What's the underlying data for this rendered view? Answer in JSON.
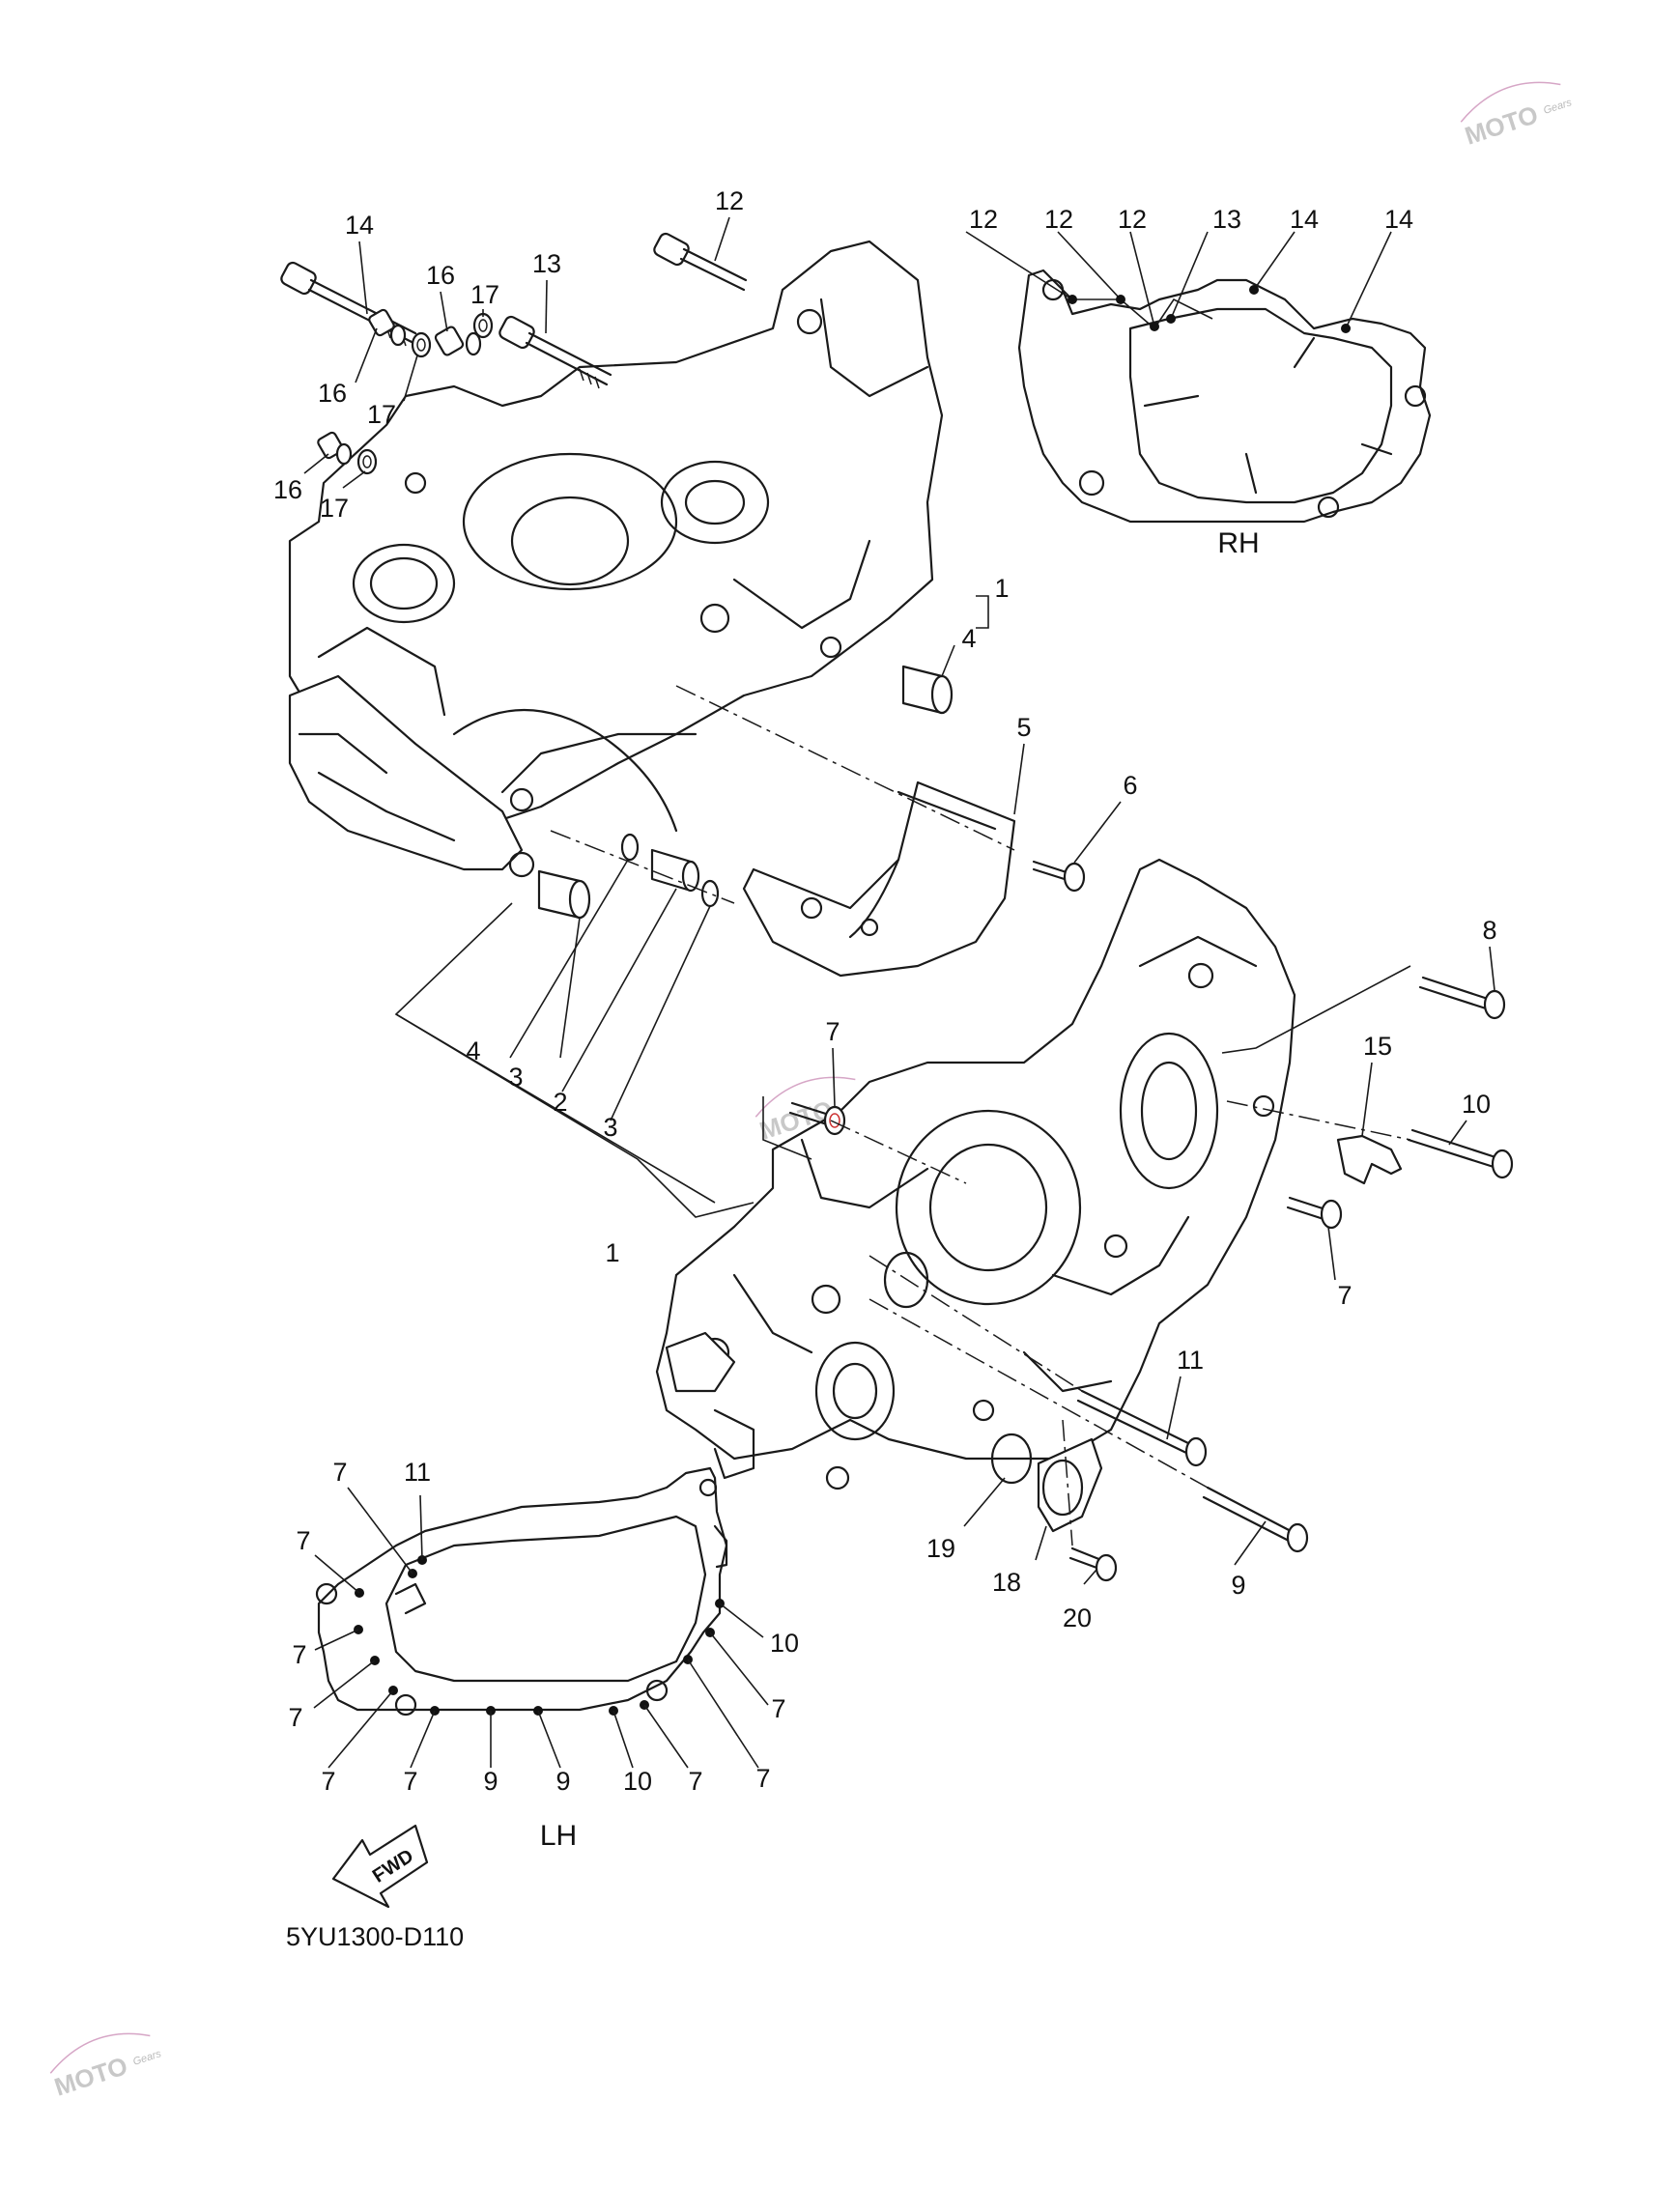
{
  "diagram": {
    "drawing_code": "5YU1300-D110",
    "view_labels": {
      "rh": "RH",
      "lh": "LH"
    },
    "fwd_arrow": "FWD",
    "watermark": {
      "brand": "MOTO",
      "sub": "Gears"
    },
    "callouts": [
      {
        "id": "c-14-a",
        "text": "14"
      },
      {
        "id": "c-16-a",
        "text": "16"
      },
      {
        "id": "c-17-a",
        "text": "17"
      },
      {
        "id": "c-13-a",
        "text": "13"
      },
      {
        "id": "c-12-a",
        "text": "12"
      },
      {
        "id": "c-16-b",
        "text": "16"
      },
      {
        "id": "c-17-b",
        "text": "17"
      },
      {
        "id": "c-16-c",
        "text": "16"
      },
      {
        "id": "c-17-c",
        "text": "17"
      },
      {
        "id": "c-12-rh1",
        "text": "12"
      },
      {
        "id": "c-12-rh2",
        "text": "12"
      },
      {
        "id": "c-12-rh3",
        "text": "12"
      },
      {
        "id": "c-13-rh",
        "text": "13"
      },
      {
        "id": "c-14-rh1",
        "text": "14"
      },
      {
        "id": "c-14-rh2",
        "text": "14"
      },
      {
        "id": "c-1-a",
        "text": "1"
      },
      {
        "id": "c-4-a",
        "text": "4"
      },
      {
        "id": "c-5",
        "text": "5"
      },
      {
        "id": "c-6",
        "text": "6"
      },
      {
        "id": "c-8",
        "text": "8"
      },
      {
        "id": "c-7-a",
        "text": "7"
      },
      {
        "id": "c-15",
        "text": "15"
      },
      {
        "id": "c-10-a",
        "text": "10"
      },
      {
        "id": "c-4-b",
        "text": "4"
      },
      {
        "id": "c-3-a",
        "text": "3"
      },
      {
        "id": "c-2",
        "text": "2"
      },
      {
        "id": "c-3-b",
        "text": "3"
      },
      {
        "id": "c-1-b",
        "text": "1"
      },
      {
        "id": "c-7-b",
        "text": "7"
      },
      {
        "id": "c-11-a",
        "text": "11"
      },
      {
        "id": "c-19",
        "text": "19"
      },
      {
        "id": "c-18",
        "text": "18"
      },
      {
        "id": "c-20",
        "text": "20"
      },
      {
        "id": "c-9-a",
        "text": "9"
      },
      {
        "id": "c-7-lh1",
        "text": "7"
      },
      {
        "id": "c-11-lh",
        "text": "11"
      },
      {
        "id": "c-7-lh2",
        "text": "7"
      },
      {
        "id": "c-7-lh3",
        "text": "7"
      },
      {
        "id": "c-7-lh4",
        "text": "7"
      },
      {
        "id": "c-10-lh1",
        "text": "10"
      },
      {
        "id": "c-7-lh5",
        "text": "7"
      },
      {
        "id": "c-7-lh6",
        "text": "7"
      },
      {
        "id": "c-7-lh7",
        "text": "7"
      },
      {
        "id": "c-9-lh1",
        "text": "9"
      },
      {
        "id": "c-9-lh2",
        "text": "9"
      },
      {
        "id": "c-10-lh2",
        "text": "10"
      },
      {
        "id": "c-7-lh8",
        "text": "7"
      },
      {
        "id": "c-7-lh9",
        "text": "7"
      }
    ]
  }
}
